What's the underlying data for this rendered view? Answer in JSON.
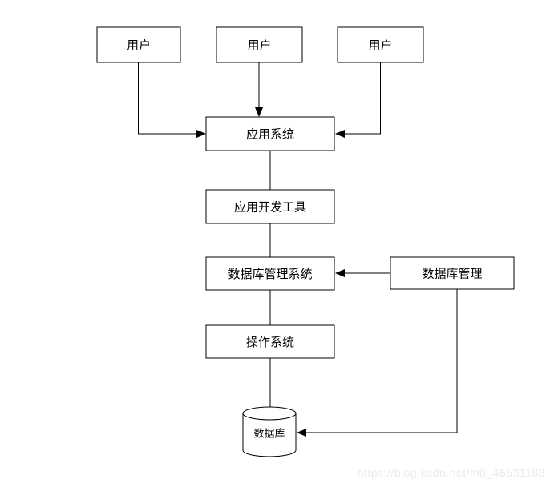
{
  "diagram": {
    "background_color": "#ffffff",
    "line_color": "#000000",
    "box_fill_color": "#ffffff",
    "nodes": [
      {
        "id": "user-1",
        "label": "用户",
        "shape": "rect"
      },
      {
        "id": "user-2",
        "label": "用户",
        "shape": "rect"
      },
      {
        "id": "user-3",
        "label": "用户",
        "shape": "rect"
      },
      {
        "id": "application-system",
        "label": "应用系统",
        "shape": "rect"
      },
      {
        "id": "application-dev-tools",
        "label": "应用开发工具",
        "shape": "rect"
      },
      {
        "id": "dbms",
        "label": "数据库管理系统",
        "shape": "rect"
      },
      {
        "id": "database-management",
        "label": "数据库管理",
        "shape": "rect"
      },
      {
        "id": "operating-system",
        "label": "操作系统",
        "shape": "rect"
      },
      {
        "id": "database",
        "label": "数据库",
        "shape": "cylinder"
      }
    ],
    "edges": [
      {
        "from": "user-1",
        "to": "application-system",
        "arrow": true
      },
      {
        "from": "user-2",
        "to": "application-system",
        "arrow": true
      },
      {
        "from": "user-3",
        "to": "application-system",
        "arrow": true
      },
      {
        "from": "application-system",
        "to": "application-dev-tools",
        "arrow": false
      },
      {
        "from": "application-dev-tools",
        "to": "dbms",
        "arrow": false
      },
      {
        "from": "dbms",
        "to": "operating-system",
        "arrow": false
      },
      {
        "from": "operating-system",
        "to": "database",
        "arrow": false
      },
      {
        "from": "database-management",
        "to": "dbms",
        "arrow": true
      },
      {
        "from": "database-management",
        "to": "database",
        "arrow": true
      }
    ],
    "watermark": "https://blog.csdn.net/m0_46531188",
    "watermark_color": "#ebebeb"
  }
}
